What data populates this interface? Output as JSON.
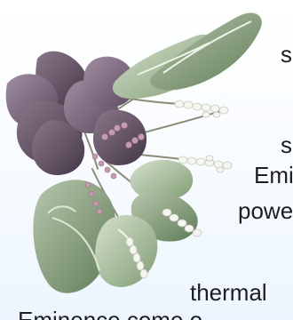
{
  "text_fragments": [
    "s",
    "s",
    "Emir",
    "powe",
    "thermal",
    "Eminence come o"
  ],
  "colors": {
    "background_top": "#ffffff",
    "background_bottom": "#ecf5ff",
    "text": "#1e1e1e",
    "leaf_dark": "#5c4a61",
    "leaf_green": "#7f9d72",
    "flower_white": "#f5f6ef",
    "flower_pink": "#c79aae"
  }
}
